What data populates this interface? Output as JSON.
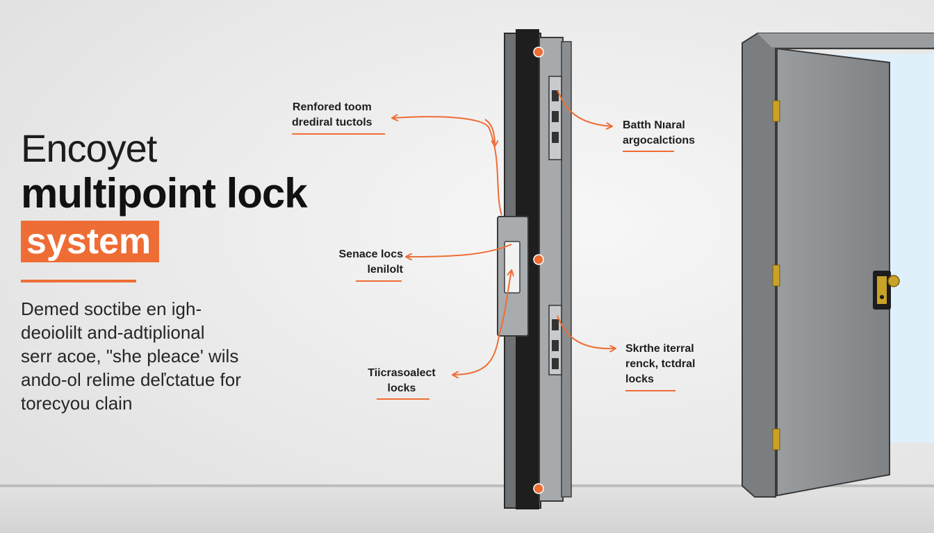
{
  "headline": {
    "line1": "Encoyet",
    "line2": "multipoint lock",
    "highlight": "system"
  },
  "description": [
    "Demed soctibe en igh-",
    "deoiolilt and-adtiplional",
    "serr acoe, \"she pleace' wils",
    "ando-ol relime deľctatue for",
    "torecyou clain"
  ],
  "callouts": {
    "top_left": [
      "Renfored toom",
      "drediral tuctols"
    ],
    "top_right": [
      "Batth Nıaral",
      "argocalctions"
    ],
    "mid_left": [
      "Senace locs",
      "lenilolt"
    ],
    "bottom_left": [
      "Tiicrasoalect",
      "locks"
    ],
    "bottom_right": [
      "Skrthe iterral",
      "renck, tctdral",
      "locks"
    ]
  },
  "colors": {
    "accent": "#ee6d35",
    "text": "#1c1c1c",
    "door": "#8e9194",
    "frame": "#7b7e81",
    "hinge": "#c9a227",
    "doorway": "#dff0fb"
  }
}
